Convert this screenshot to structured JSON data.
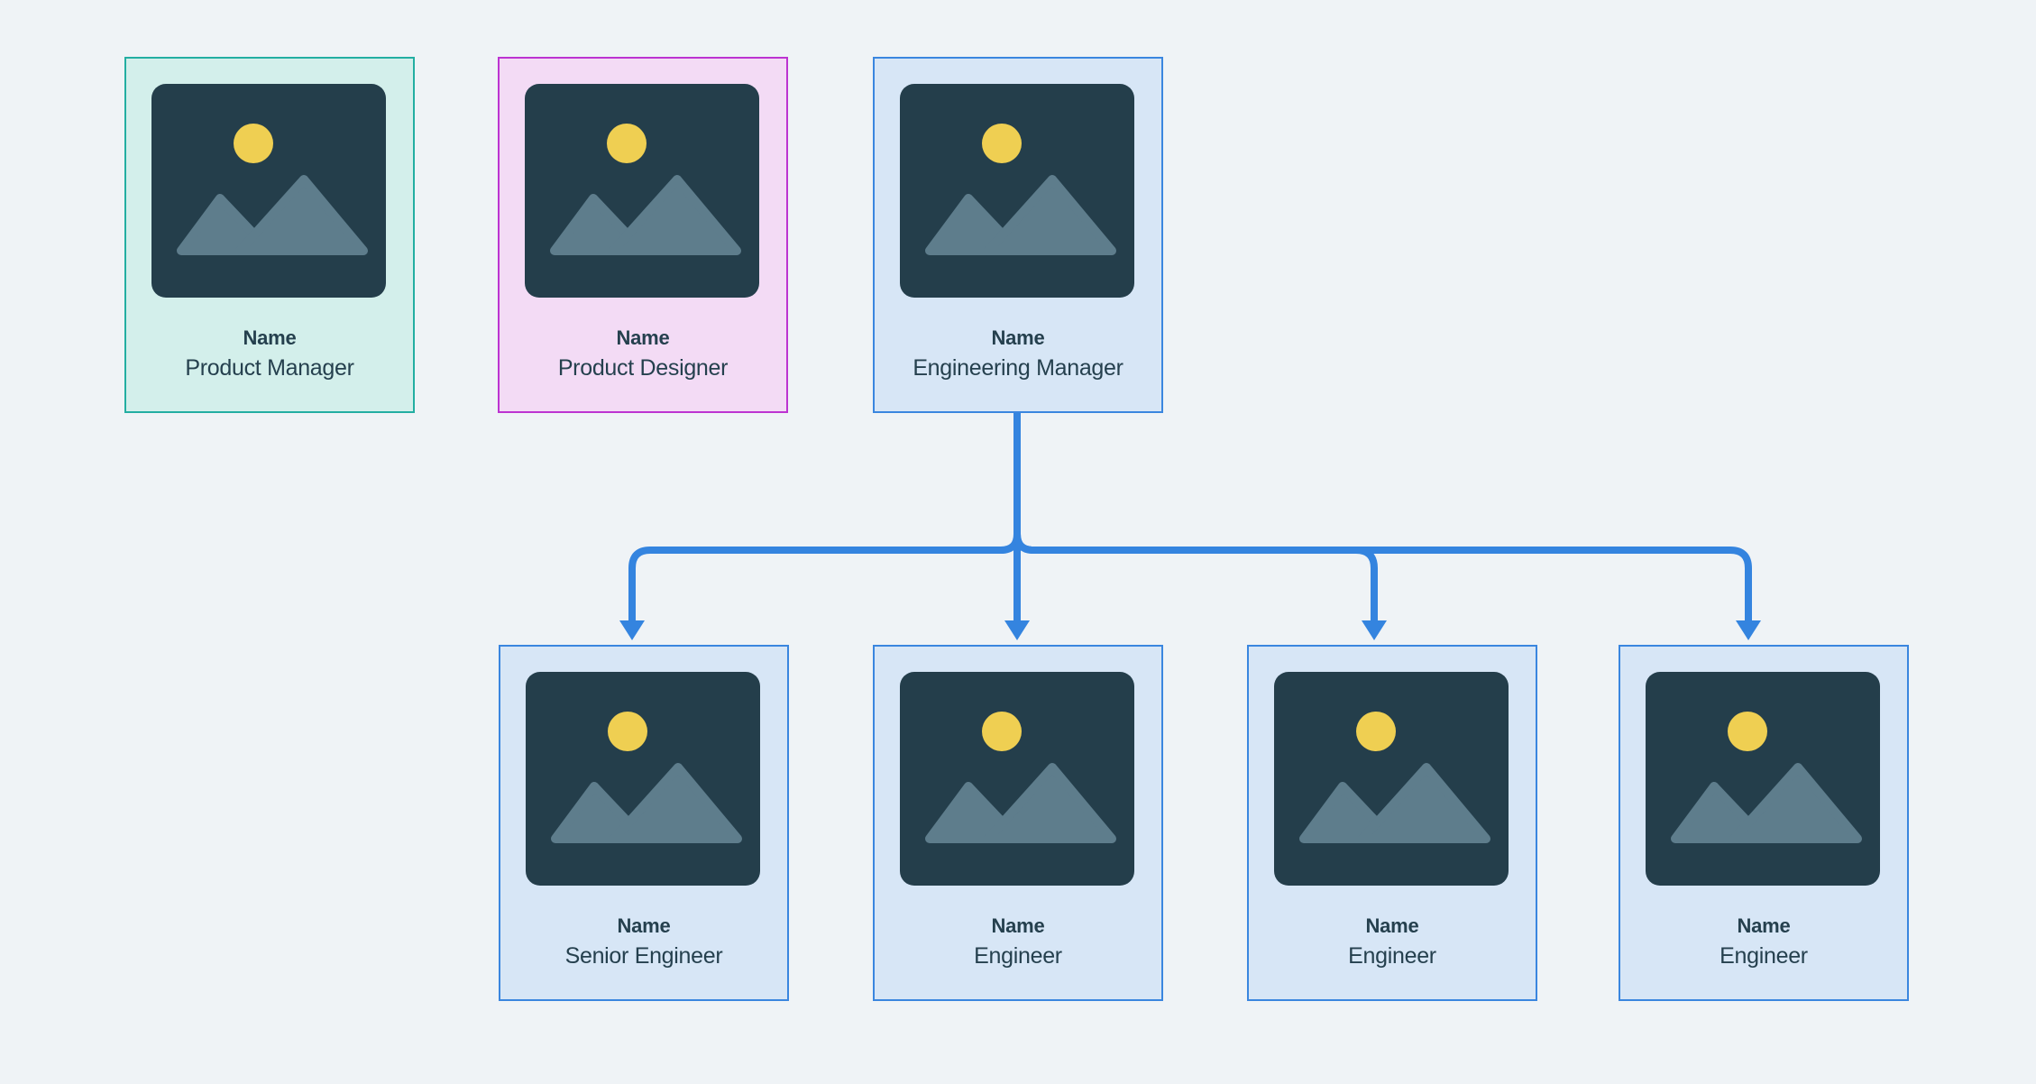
{
  "diagram": {
    "type": "org-chart",
    "background": "#EFF3F6",
    "palette": {
      "connector_blue": "#3484DF",
      "card_blue_border": "#3A86DF",
      "card_blue_fill": "#D7E6F6",
      "card_teal_border": "#23AEA2",
      "card_teal_fill": "#D3EFEB",
      "card_magenta_border": "#BC33D1",
      "card_magenta_fill": "#F3DBF5",
      "thumb_background": "#243E4B",
      "thumb_mountains": "#5E7D8C",
      "thumb_sun": "#EFCF52",
      "text": "#25404E"
    },
    "cards": [
      {
        "id": "product-manager",
        "name": "Name",
        "role": "Product Manager",
        "theme": "teal",
        "row": "top"
      },
      {
        "id": "product-designer",
        "name": "Name",
        "role": "Product Designer",
        "theme": "magenta",
        "row": "top"
      },
      {
        "id": "engineering-manager",
        "name": "Name",
        "role": "Engineering Manager",
        "theme": "blue",
        "row": "top"
      },
      {
        "id": "senior-engineer",
        "name": "Name",
        "role": "Senior Engineer",
        "theme": "blue",
        "row": "bottom"
      },
      {
        "id": "engineer-1",
        "name": "Name",
        "role": "Engineer",
        "theme": "blue",
        "row": "bottom"
      },
      {
        "id": "engineer-2",
        "name": "Name",
        "role": "Engineer",
        "theme": "blue",
        "row": "bottom"
      },
      {
        "id": "engineer-3",
        "name": "Name",
        "role": "Engineer",
        "theme": "blue",
        "row": "bottom"
      }
    ],
    "edges": [
      {
        "from": "engineering-manager",
        "to": "senior-engineer",
        "style": "arrow"
      },
      {
        "from": "engineering-manager",
        "to": "engineer-1",
        "style": "arrow"
      },
      {
        "from": "engineering-manager",
        "to": "engineer-2",
        "style": "arrow"
      },
      {
        "from": "engineering-manager",
        "to": "engineer-3",
        "style": "arrow"
      }
    ]
  }
}
